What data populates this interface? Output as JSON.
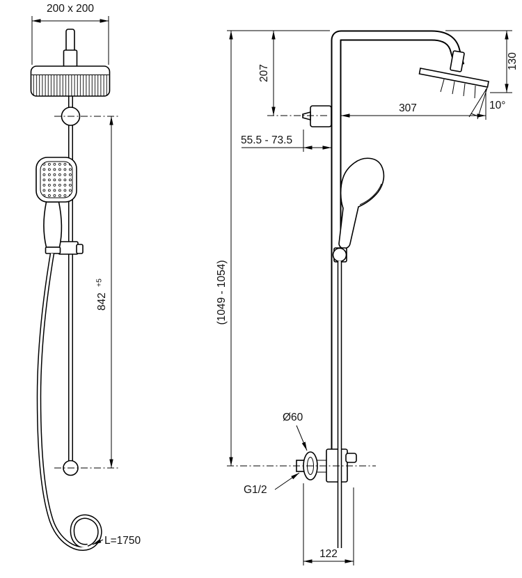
{
  "meta": {
    "background_color": "#ffffff",
    "line_color": "#000000",
    "drawing_type": "shower-system-dimensional-drawing"
  },
  "front_view": {
    "label_head_size": "200 x 200",
    "label_rail_length": "842",
    "label_rail_length_tolerance": "+5",
    "label_hose_length": "L=1750"
  },
  "side_view": {
    "label_total_height": "(1049 - 1054)",
    "label_top_to_bracket": "207",
    "label_head_drop": "130",
    "label_head_reach": "307",
    "label_head_tilt_angle": "10°",
    "label_wall_to_rail_range": "55.5 - 73.5",
    "label_escutcheon_diameter": "Ø60",
    "label_connection_thread": "G1/2",
    "label_outlet_offset": "122"
  }
}
